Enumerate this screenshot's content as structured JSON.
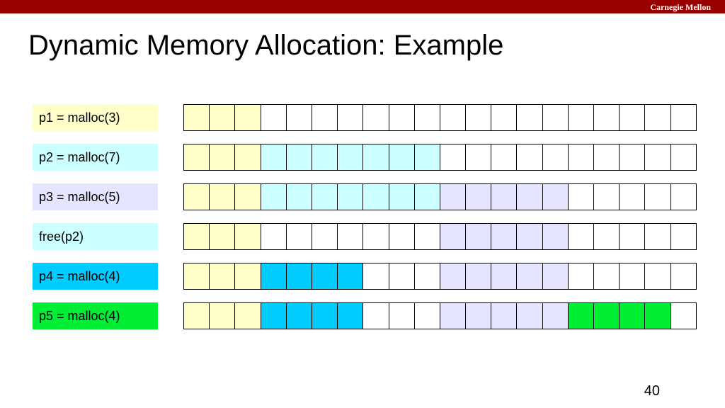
{
  "header": {
    "brand": "Carnegie Mellon",
    "bar_color": "#990000"
  },
  "slide": {
    "title": "Dynamic Memory Allocation: Example",
    "page_number": "40"
  },
  "colors": {
    "free": "#ffffff",
    "p1": "#ffffcc",
    "p2": "#ccffff",
    "p3": "#e5e5ff",
    "p4": "#00ccff",
    "p5": "#00ee33"
  },
  "heap_words": 20,
  "steps": [
    {
      "label": "p1 = malloc(3)",
      "label_color": "p1",
      "cells": [
        "p1",
        "p1",
        "p1",
        "free",
        "free",
        "free",
        "free",
        "free",
        "free",
        "free",
        "free",
        "free",
        "free",
        "free",
        "free",
        "free",
        "free",
        "free",
        "free",
        "free"
      ]
    },
    {
      "label": "p2 = malloc(7)",
      "label_color": "p2",
      "cells": [
        "p1",
        "p1",
        "p1",
        "p2",
        "p2",
        "p2",
        "p2",
        "p2",
        "p2",
        "p2",
        "free",
        "free",
        "free",
        "free",
        "free",
        "free",
        "free",
        "free",
        "free",
        "free"
      ]
    },
    {
      "label": "p3 = malloc(5)",
      "label_color": "p3",
      "cells": [
        "p1",
        "p1",
        "p1",
        "p2",
        "p2",
        "p2",
        "p2",
        "p2",
        "p2",
        "p2",
        "p3",
        "p3",
        "p3",
        "p3",
        "p3",
        "free",
        "free",
        "free",
        "free",
        "free"
      ]
    },
    {
      "label": "free(p2)",
      "label_color": "p2",
      "cells": [
        "p1",
        "p1",
        "p1",
        "free",
        "free",
        "free",
        "free",
        "free",
        "free",
        "free",
        "p3",
        "p3",
        "p3",
        "p3",
        "p3",
        "free",
        "free",
        "free",
        "free",
        "free"
      ]
    },
    {
      "label": "p4 = malloc(4)",
      "label_color": "p4",
      "cells": [
        "p1",
        "p1",
        "p1",
        "p4",
        "p4",
        "p4",
        "p4",
        "free",
        "free",
        "free",
        "p3",
        "p3",
        "p3",
        "p3",
        "p3",
        "free",
        "free",
        "free",
        "free",
        "free"
      ]
    },
    {
      "label": "p5 = malloc(4)",
      "label_color": "p5",
      "cells": [
        "p1",
        "p1",
        "p1",
        "p4",
        "p4",
        "p4",
        "p4",
        "free",
        "free",
        "free",
        "p3",
        "p3",
        "p3",
        "p3",
        "p3",
        "p5",
        "p5",
        "p5",
        "p5",
        "free"
      ]
    }
  ]
}
